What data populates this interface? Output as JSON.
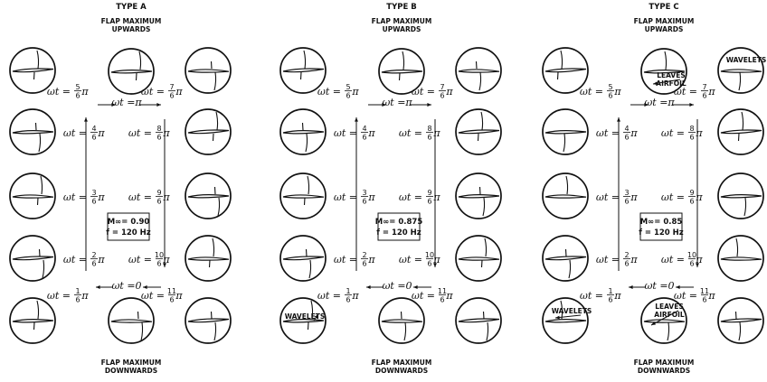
{
  "panels": [
    {
      "type_label": "TYPE  A",
      "top_label": [
        "FLAP MAXIMUM",
        "UPWARDS"
      ],
      "bottom_label": [
        "FLAP MAXIMUM",
        "DOWNWARDS"
      ],
      "mach": "M∞= 0.90",
      "freq": "f = 120 Hz",
      "annotations": []
    },
    {
      "type_label": "TYPE  B",
      "top_label": [
        "FLAP MAXIMUM",
        "UPWARDS"
      ],
      "bottom_label": [
        "FLAP MAXIMUM",
        "DOWNWARDS"
      ],
      "mach": "M∞= 0.875",
      "freq": "f = 120 Hz",
      "annotations": [
        "WAVELETS"
      ]
    },
    {
      "type_label": "TYPE  C",
      "top_label": [
        "FLAP MAXIMUM",
        "UPWARDS"
      ],
      "bottom_label": [
        "FLAP MAXIMUM",
        "DOWNWARDS"
      ],
      "mach": "M∞= 0.85",
      "freq": "f = 120 Hz",
      "annotations": [
        "LEAVES AIRFOIL",
        "WAVELETS",
        "WAVELETS",
        "LEAVES AIRFOIL"
      ]
    }
  ],
  "phase_labels": {
    "omega_t": "ωt =",
    "pi": "π",
    "zero": "0",
    "fractions": [
      "1/6",
      "2/6",
      "3/6",
      "4/6",
      "5/6",
      "7/6",
      "8/6",
      "9/6",
      "10/6",
      "11/6"
    ],
    "seven_sixths": "7/6",
    "five_sixths": "5/6"
  }
}
